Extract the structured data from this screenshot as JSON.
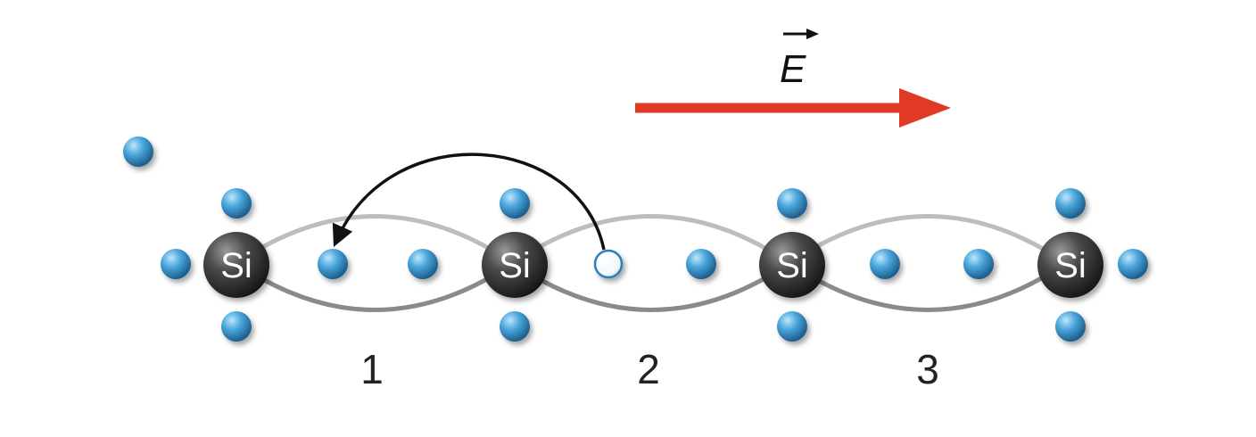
{
  "diagram": {
    "atom_label": "Si",
    "bond_numbers": [
      "1",
      "2",
      "3"
    ],
    "field_label": "E",
    "colors": {
      "field_arrow": "#e03a24",
      "electron": "#3d9ad4",
      "hole": "#ffffff",
      "nucleus": "#3a3a3a",
      "bond": "#8a8a8a",
      "hop_arrow": "#111111"
    }
  }
}
